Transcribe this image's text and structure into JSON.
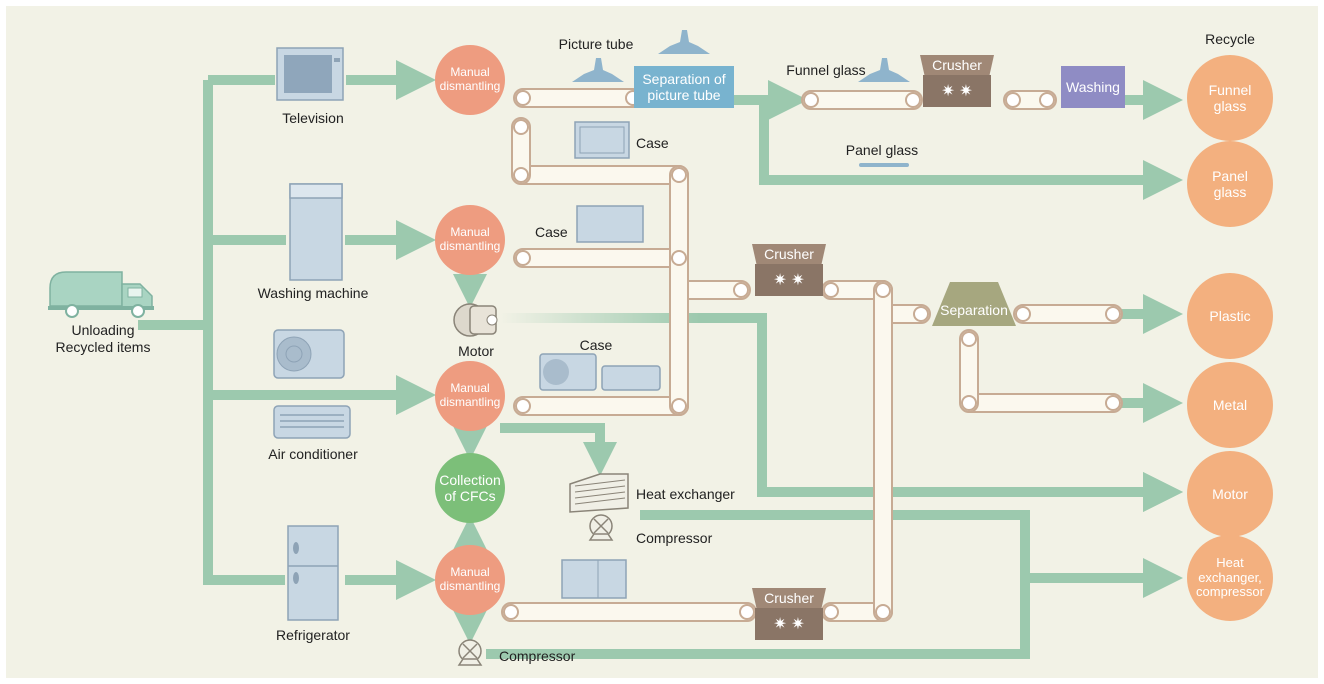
{
  "colors": {
    "background": "#f2f2e6",
    "arrow": "#9cc9ae",
    "manual": "#ee9c80",
    "recycle": "#f3b07f",
    "cfc": "#7cbf79",
    "separation_box": "#78b3cf",
    "washing_box": "#8f8cc4",
    "crusher": "#8a7566",
    "separation_hopper": "#a6a77f"
  },
  "header": {
    "recycle": "Recycle"
  },
  "source": {
    "label": "Unloading\nRecycled items",
    "icon": "truck-icon"
  },
  "products": {
    "television": "Television",
    "washing_machine": "Washing machine",
    "air_conditioner": "Air conditioner",
    "refrigerator": "Refrigerator"
  },
  "steps": {
    "manual_dismantling": "Manual\ndismantling",
    "collection_cfcs": "Collection\nof CFCs",
    "separation_picture_tube": "Separation of\npicture tube",
    "washing": "Washing",
    "crusher": "Crusher",
    "separation": "Separation",
    "crusher_stars": "✷  ✷"
  },
  "parts": {
    "picture_tube": "Picture tube",
    "funnel_glass": "Funnel glass",
    "panel_glass": "Panel glass",
    "case": "Case",
    "motor": "Motor",
    "heat_exchanger": "Heat exchanger",
    "compressor": "Compressor"
  },
  "outputs": {
    "funnel_glass": "Funnel\nglass",
    "panel_glass": "Panel\nglass",
    "plastic": "Plastic",
    "metal": "Metal",
    "motor": "Motor",
    "heat_exchanger_compressor": "Heat\nexchanger,\ncompressor"
  }
}
